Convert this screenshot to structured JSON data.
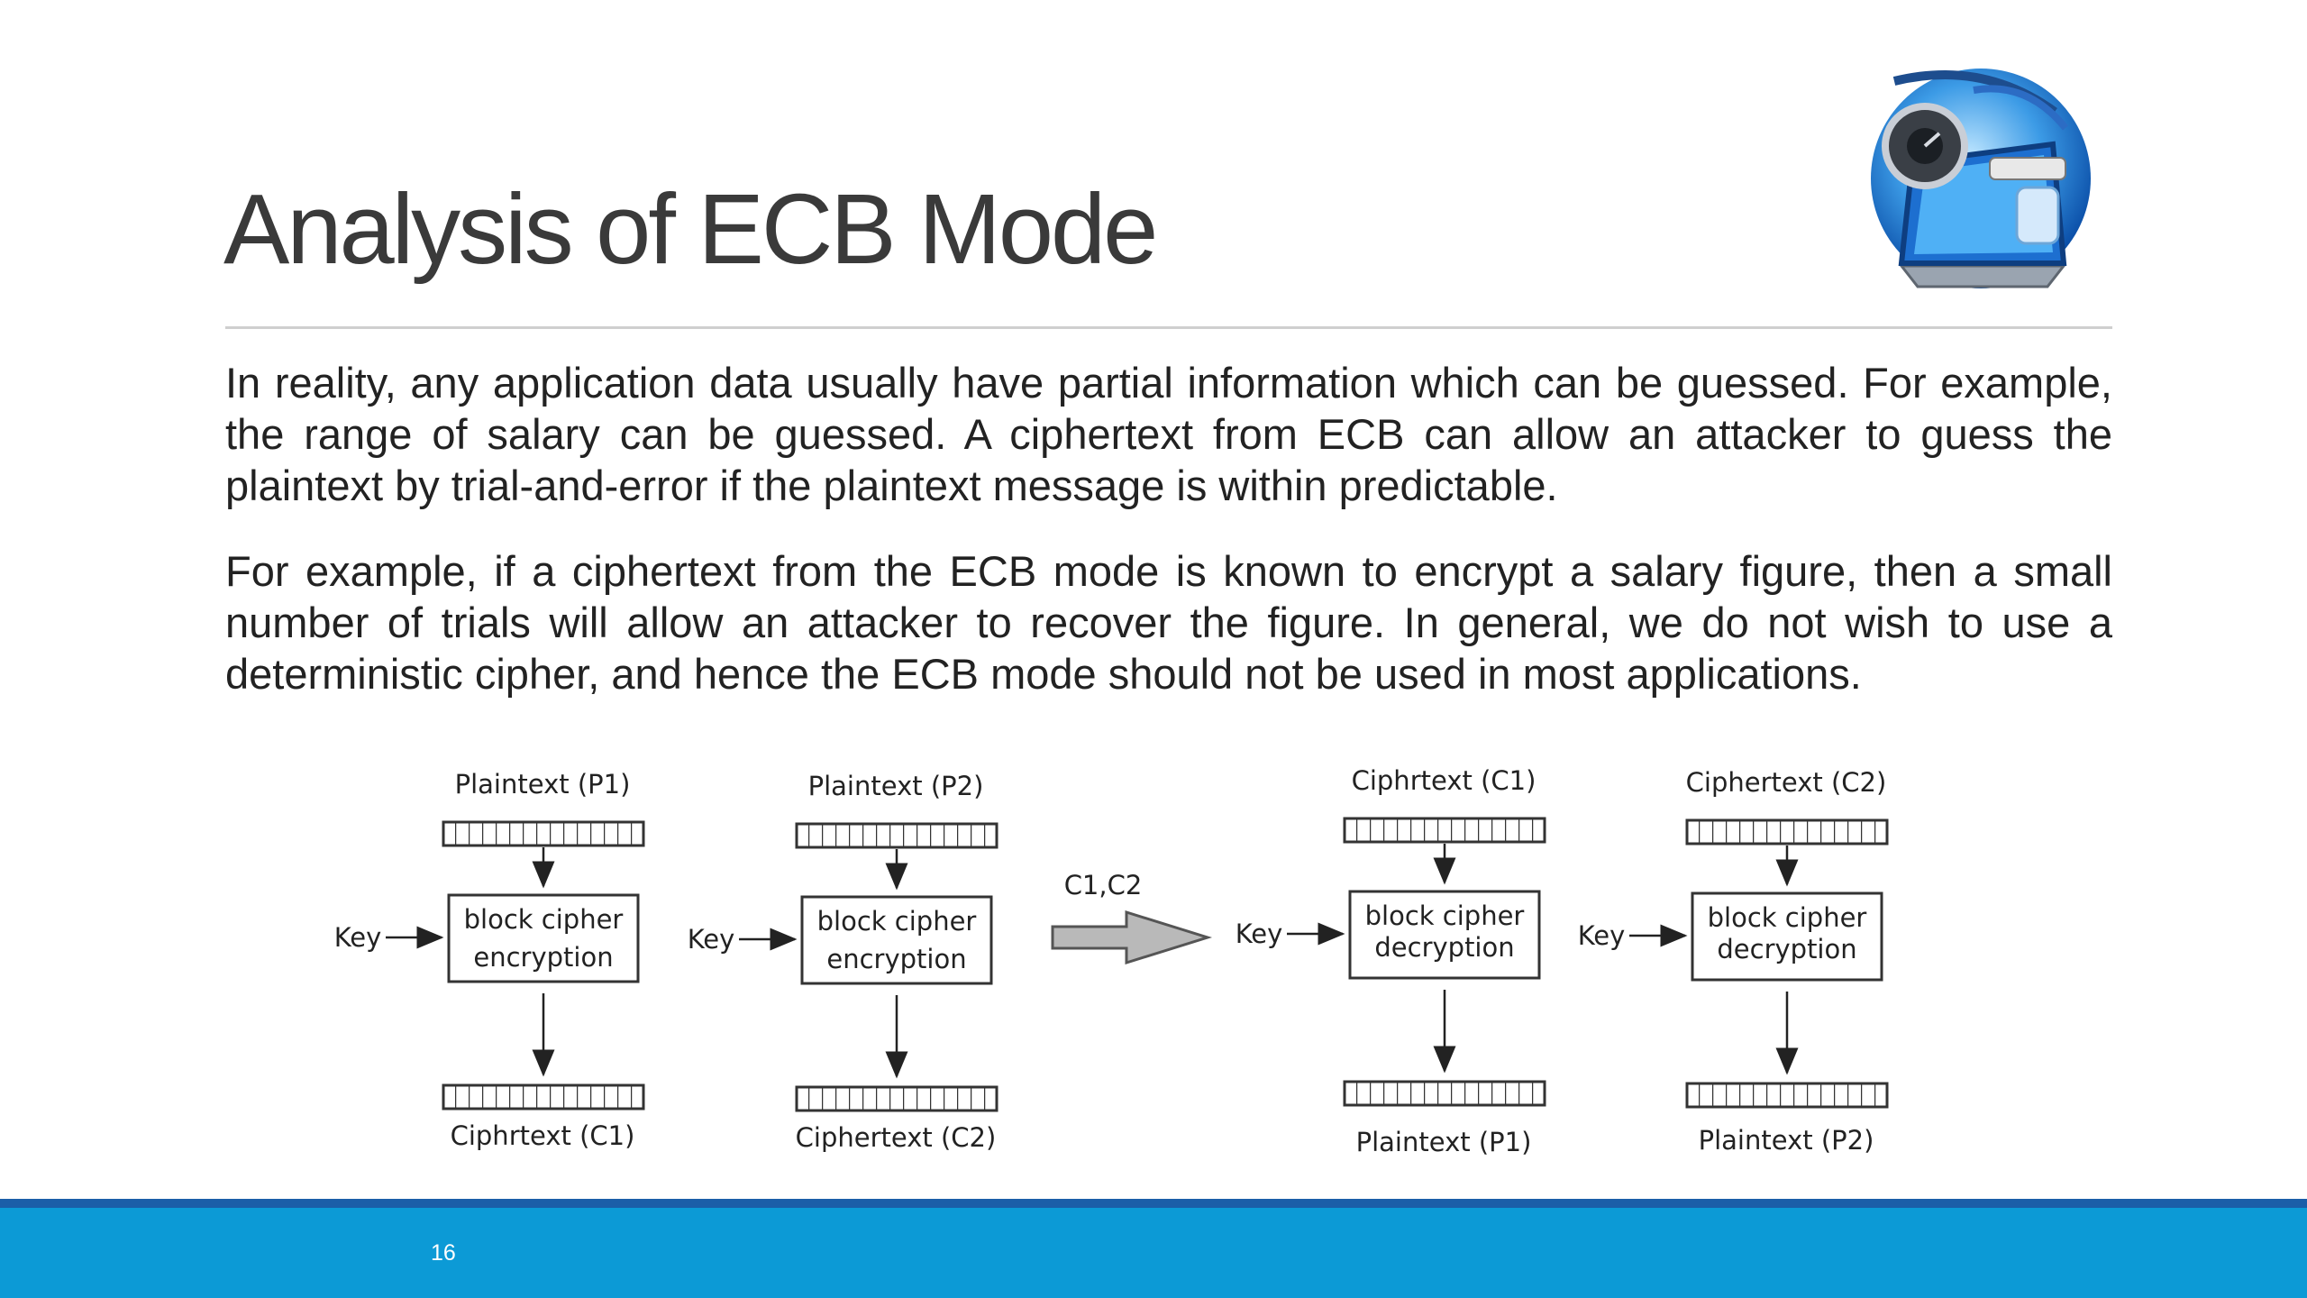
{
  "slide": {
    "title": "Analysis of ECB Mode",
    "paragraphs": [
      "In reality, any application data usually have partial information which can be guessed. For example, the range of salary can be guessed. A ciphertext from ECB can allow an attacker to guess the plaintext by trial-and-error if the plaintext message is within predictable.",
      "For example, if a ciphertext from the ECB mode is known to encrypt a salary figure, then a small number of trials will allow an attacker to recover the figure. In general, we do not wish to use a deterministic cipher, and hence the ECB mode should not be used in most applications."
    ],
    "logo_icon": "security-laptop-icon",
    "page_number": "16"
  },
  "diagram": {
    "transfer_label": "C1,C2",
    "units": [
      {
        "input": "Plaintext (P1)",
        "key": "Key",
        "box_line1": "block cipher",
        "box_line2": "encryption",
        "output": "Ciphrtext (C1)"
      },
      {
        "input": "Plaintext (P2)",
        "key": "Key",
        "box_line1": "block cipher",
        "box_line2": "encryption",
        "output": "Ciphertext (C2)"
      },
      {
        "input": "Ciphrtext (C1)",
        "key": "Key",
        "box_line1": "block cipher",
        "box_line2": "decryption",
        "output": "Plaintext (P1)"
      },
      {
        "input": "Ciphertext (C2)",
        "key": "Key",
        "box_line1": "block cipher",
        "box_line2": "decryption",
        "output": "Plaintext (P2)"
      }
    ]
  },
  "colors": {
    "title": "#3a3a3a",
    "footer": "#0c9ad6",
    "footer_line": "#1b5ea8",
    "rule": "#cfcfcf"
  }
}
